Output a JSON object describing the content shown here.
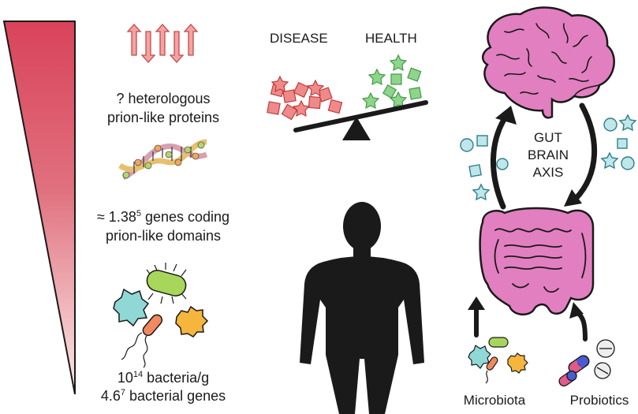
{
  "left_column": {
    "proteins": {
      "line1": "? heterologous",
      "line2": "prion-like proteins"
    },
    "genes": {
      "prefix": "≈ 1.38",
      "sup": "5",
      "suffix": " genes coding",
      "line2": "prion-like domains"
    },
    "bacteria": {
      "l1_base": "10",
      "l1_sup": "14",
      "l1_rest": " bacteria/g",
      "l2_base": "4.6",
      "l2_sup": "7",
      "l2_rest": " bacterial genes"
    }
  },
  "balance": {
    "disease_label": "DISEASE",
    "health_label": "HEALTH"
  },
  "axis": {
    "line1": "GUT",
    "line2": "BRAIN",
    "line3": "AXIS"
  },
  "inputs": {
    "microbiota_label": "Microbiota",
    "probiotics_label": "Probiotics"
  },
  "colors": {
    "wedge_top": "#d9435a",
    "wedge_bottom": "#fbeae8",
    "brain_pink": "#e27fc0",
    "aggregate_red": "#ef8a8a",
    "health_green": "#8fd48b",
    "cyan_particle": "#bfe6ea",
    "silhouette": "#1a1a1a"
  },
  "icons": [
    "gradient-wedge",
    "beta-sheet-arrows-icon",
    "dna-helix-icon",
    "bacteria-icon",
    "balance-scale-icon",
    "human-silhouette-icon",
    "brain-icon",
    "intestine-icon",
    "cycle-arrows-icon",
    "pill-capsule-icon"
  ]
}
